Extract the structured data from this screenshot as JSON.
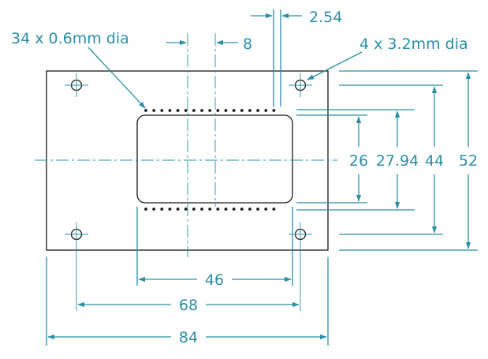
{
  "annotations": {
    "pin_spacing": "2.54",
    "pins_label": "34 x 0.6mm dia",
    "pin_offset": "8",
    "holes_label": "4 x 3.2mm dia"
  },
  "dimensions": {
    "window_height": "26",
    "pin_row_spacing": "27.94",
    "hole_vertical_spacing": "44",
    "board_height": "52",
    "window_width": "46",
    "hole_horizontal_spacing": "68",
    "board_width": "84"
  },
  "colors": {
    "dimension": "#2a8fa8",
    "outline": "#1a1a1a"
  }
}
